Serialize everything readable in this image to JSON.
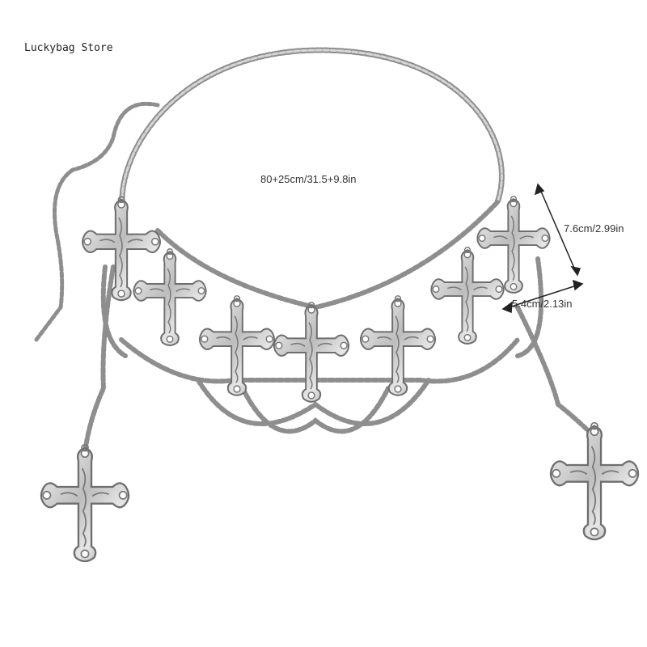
{
  "watermark": "Luckybag Store",
  "product": {
    "total_length": "80+25cm/31.5+9.8in",
    "cross_height": "7.6cm/2.99in",
    "cross_width": "5.4cm/2.13in"
  },
  "colors": {
    "background": "#ffffff",
    "chain": "#8e8e8e",
    "metal": "#c8c8c8",
    "metal_dark": "#6e6e6e",
    "arrow": "#222222"
  }
}
